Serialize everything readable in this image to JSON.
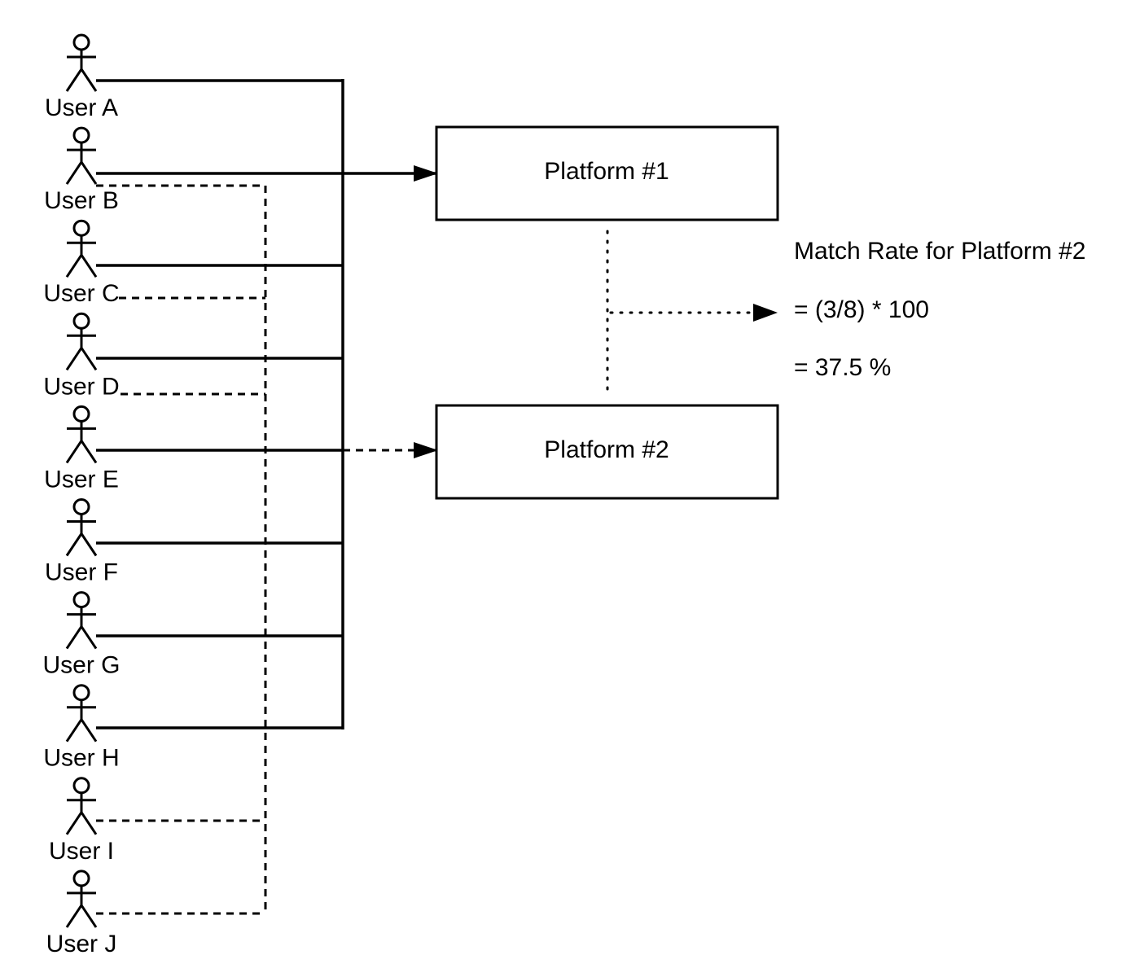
{
  "users": [
    {
      "id": "A",
      "label": "User A"
    },
    {
      "id": "B",
      "label": "User B"
    },
    {
      "id": "C",
      "label": "User C"
    },
    {
      "id": "D",
      "label": "User D"
    },
    {
      "id": "E",
      "label": "User E"
    },
    {
      "id": "F",
      "label": "User F"
    },
    {
      "id": "G",
      "label": "User G"
    },
    {
      "id": "H",
      "label": "User H"
    },
    {
      "id": "I",
      "label": "User I"
    },
    {
      "id": "J",
      "label": "User J"
    }
  ],
  "platforms": [
    {
      "id": "p1",
      "label": "Platform #1"
    },
    {
      "id": "p2",
      "label": "Platform #2"
    }
  ],
  "connections": {
    "platform_1_solid": [
      "A",
      "C",
      "D",
      "E",
      "F",
      "G",
      "H"
    ],
    "platform_2_dashed": [
      "B",
      "C",
      "D",
      "I",
      "J"
    ]
  },
  "note": {
    "title": "Match Rate for Platform #2",
    "formula": "= (3/8) * 100",
    "result": "= 37.5 %"
  },
  "colors": {
    "stroke": "#000000",
    "background": "#ffffff"
  }
}
